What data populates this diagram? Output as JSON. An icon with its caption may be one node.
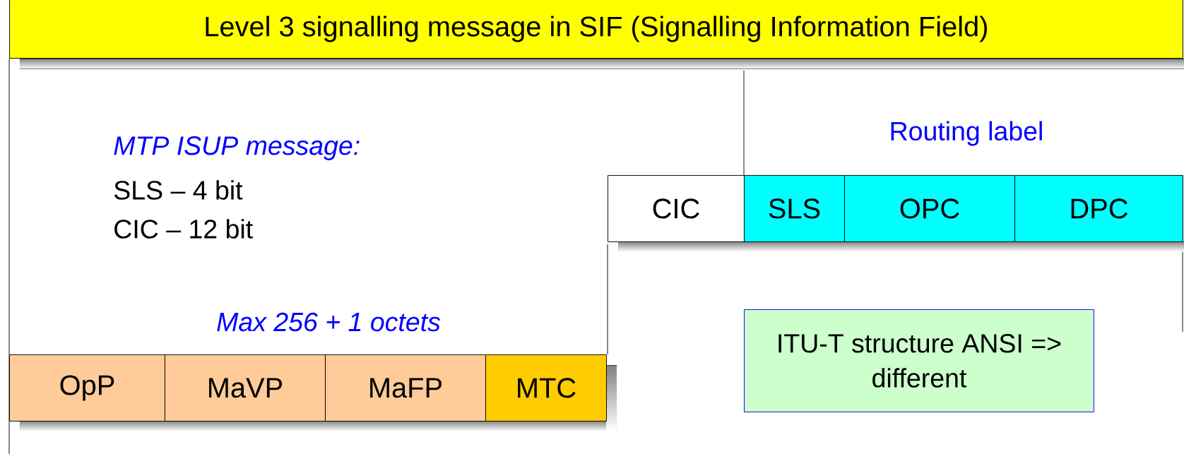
{
  "diagram": {
    "title": "Level 3 signalling message in SIF (Signalling Information Field)",
    "nodes": [
      {
        "text": [
          "OpP"
        ]
      },
      {
        "text": [
          "MaVP"
        ]
      },
      {
        "text": [
          "MaFP"
        ]
      },
      {
        "text": [
          "MTC"
        ]
      },
      {
        "text": [
          "CIC"
        ]
      },
      {
        "text": [
          "SLS"
        ]
      },
      {
        "text": [
          "OPC"
        ]
      },
      {
        "text": [
          "DPC"
        ]
      },
      {
        "text": [
          "ITU-T structure ANSI => different"
        ]
      }
    ],
    "labels": [
      "Routing label",
      "MTP ISUP message:",
      "SLS – 4 bit",
      "CIC – 12 bit",
      "Max 256 + 1 octets"
    ]
  }
}
